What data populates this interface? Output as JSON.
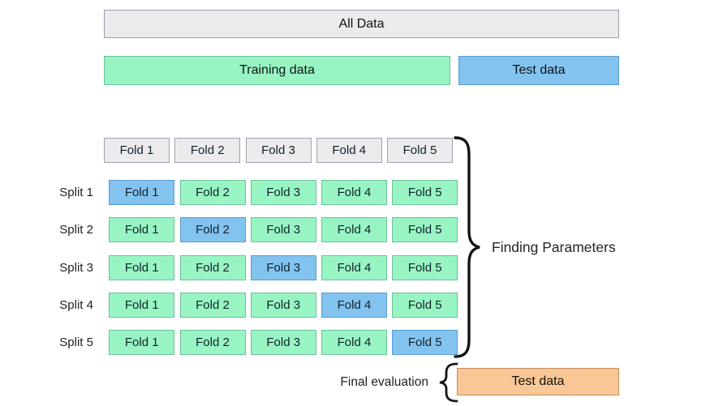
{
  "diagram": {
    "all_data_label": "All Data",
    "training_label": "Training data",
    "test_label": "Test data",
    "fold_headers": [
      "Fold 1",
      "Fold 2",
      "Fold 3",
      "Fold 4",
      "Fold 5"
    ],
    "splits": [
      {
        "label": "Split 1",
        "cells": [
          "Fold 1",
          "Fold 2",
          "Fold 3",
          "Fold 4",
          "Fold 5"
        ],
        "test_fold_index": 0
      },
      {
        "label": "Split 2",
        "cells": [
          "Fold 1",
          "Fold 2",
          "Fold 3",
          "Fold 4",
          "Fold 5"
        ],
        "test_fold_index": 1
      },
      {
        "label": "Split 3",
        "cells": [
          "Fold 1",
          "Fold 2",
          "Fold 3",
          "Fold 4",
          "Fold 5"
        ],
        "test_fold_index": 2
      },
      {
        "label": "Split 4",
        "cells": [
          "Fold 1",
          "Fold 2",
          "Fold 3",
          "Fold 4",
          "Fold 5"
        ],
        "test_fold_index": 3
      },
      {
        "label": "Split 5",
        "cells": [
          "Fold 1",
          "Fold 2",
          "Fold 3",
          "Fold 4",
          "Fold 5"
        ],
        "test_fold_index": 4
      }
    ],
    "brace_label": "Finding Parameters",
    "final_evaluation_label": "Final evaluation",
    "final_test_label": "Test data",
    "colors": {
      "training_green": "#98f5c3",
      "test_blue": "#82c3f0",
      "neutral_gray": "#ebebee",
      "final_orange": "#f9c795"
    }
  }
}
